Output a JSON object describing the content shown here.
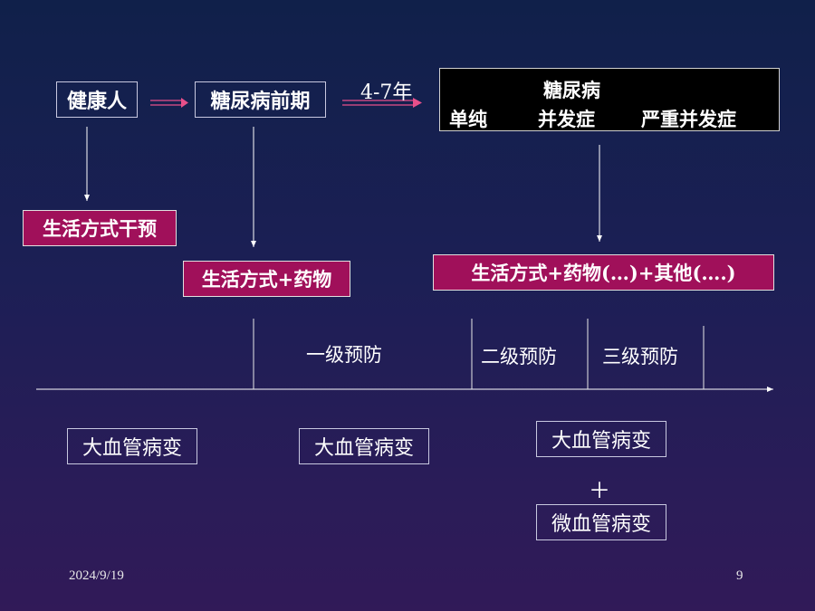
{
  "top": {
    "healthy": "健康人",
    "prediabetes": "糖尿病前期",
    "years": "4-7年",
    "diabetes_title": "糖尿病",
    "diabetes_simple": "单纯",
    "diabetes_complication": "并发症",
    "diabetes_severe": "严重并发症"
  },
  "interventions": {
    "lifestyle": "生活方式干预",
    "lifestyle_drug": "生活方式+药物",
    "lifestyle_drug_other": "生活方式+药物(…)+其他(….)"
  },
  "prevention": {
    "primary": "一级预防",
    "secondary": "二级预防",
    "tertiary": "三级预防"
  },
  "lesions": {
    "macro_1": "大血管病变",
    "macro_2": "大血管病变",
    "macro_3": "大血管病变",
    "plus": "＋",
    "micro": "微血管病变"
  },
  "footer": {
    "date": "2024/9/19",
    "page": "9"
  },
  "colors": {
    "accent_magenta": "#a0105a",
    "arrow_pink": "#e8508a"
  }
}
